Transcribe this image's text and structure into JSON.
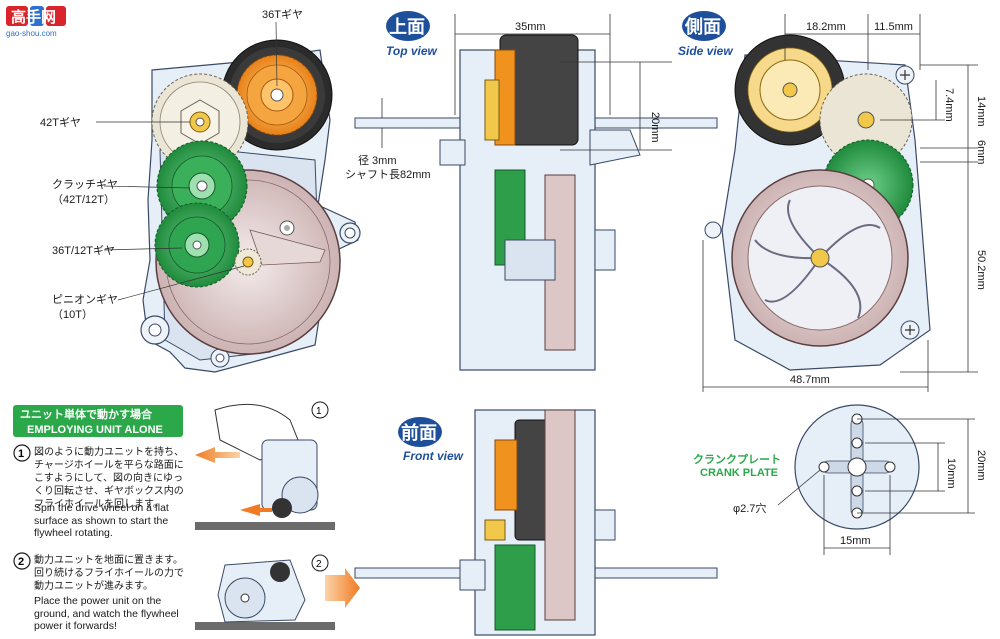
{
  "watermark": {
    "logo_text": "高手网",
    "url": "gao-shou.com"
  },
  "views": {
    "top": {
      "jp": "上面",
      "en": "Top view"
    },
    "side": {
      "jp": "側面",
      "en": "Side view"
    },
    "front": {
      "jp": "前面",
      "en": "Front view"
    }
  },
  "gear_labels": {
    "gear_36t": "36Tギヤ",
    "gear_42t": "42Tギヤ",
    "clutch_jp": "クラッチギヤ",
    "clutch_spec": "（42T/12T）",
    "gear_36t_12t": "36T/12Tギヤ",
    "pinion_jp": "ピニオンギヤ",
    "pinion_spec": "（10T）"
  },
  "shaft": {
    "diameter": "径 3mm",
    "length": "シャフト長82mm"
  },
  "dimensions": {
    "top_width": "35mm",
    "top_height": "20mm",
    "side_a": "18.2mm",
    "side_b": "11.5mm",
    "side_h1": "14mm",
    "side_h2": "7.4mm",
    "side_h3": "6mm",
    "side_h4": "50.2mm",
    "side_width": "48.7mm",
    "plate_h1": "10mm",
    "plate_h2": "20mm",
    "plate_w": "15mm",
    "plate_hole": "φ2.7穴"
  },
  "crank_plate": {
    "jp": "クランクプレート",
    "en": "CRANK PLATE"
  },
  "employing": {
    "title_jp": "ユニット単体で動かす場合",
    "title_en": "EMPLOYING UNIT ALONE",
    "step1_num": "1",
    "step1_jp": "図のように動力ユニットを持ち、チャージホイールを平らな路面にこすようにして、図の向きにゆっくり回転させ、ギヤボックス内のフライホイールを回します。",
    "step1_en": "Spin the drive wheel on a flat surface as shown to start the flywheel rotating.",
    "step2_num": "2",
    "step2_jp": "動力ユニットを地面に置きます。回り続けるフライホイールの力で動力ユニットが進みます。",
    "step2_en": "Place the power unit on the ground, and watch the flywheel power it forwards!"
  },
  "colors": {
    "gear_orange": "#f0931e",
    "gear_green": "#2e9e4a",
    "gear_beige": "#e8e2d2",
    "flywheel_pink": "#dcc6c6",
    "housing_blue": "#e6eef7",
    "title_green": "#2aa84a",
    "view_blue": "#1d4f9a",
    "arrow_orange": "#f07b22"
  }
}
